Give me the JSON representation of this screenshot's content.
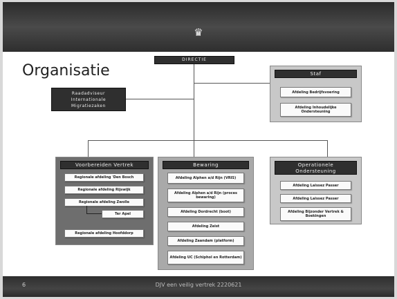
{
  "footer": {
    "page_number": "6",
    "text": "DJV een veilig vertrek 2220621"
  },
  "title": "Organisatie",
  "directie": "DIRECTIE",
  "raadadviseur": [
    "Raadadviseur",
    "Internationale",
    "Migratiezaken"
  ],
  "staf": {
    "title": "Staf",
    "items": [
      "Afdeling Bedrijfsvoering",
      "Afdeling Inhoudelijke Ondersteuning"
    ]
  },
  "voorbereiden": {
    "title": "Voorbereiden Vertrek",
    "items": [
      "Regionale afdeling 'Den Bosch",
      "Regionale afdeling Rijswijk",
      "Regionale afdeling Zwolle",
      "Ter Apel",
      "Regionale afdeling Hoofddorp"
    ]
  },
  "bewaring": {
    "title": "Bewaring",
    "items": [
      "Afdeling Alphen a/d Rijn (VRIS)",
      "Afdeling Alphen a/d Rijn (proces bewaring)",
      "Afdeling Dordrecht (boot)",
      "Afdeling Zeist",
      "Afdeling Zaandam (platform)",
      "Afdeling UC (Schiphol en Rotterdam)"
    ]
  },
  "operationele": {
    "title_line1": "Operationele",
    "title_line2": "Ondersteuning",
    "items": [
      "Afdeling Laissez Passer",
      "Afdeling Laissez Passer",
      "Afdeling Bijzonder Vertrek & Boekingen"
    ]
  },
  "colors": {
    "header": "#3a3a3a",
    "box_dark": "#2f2f2f",
    "panel_voorbereiden": "#6e6e6e",
    "panel_bewaring": "#a9a9a9",
    "panel_operationele": "#c8c8c8"
  }
}
